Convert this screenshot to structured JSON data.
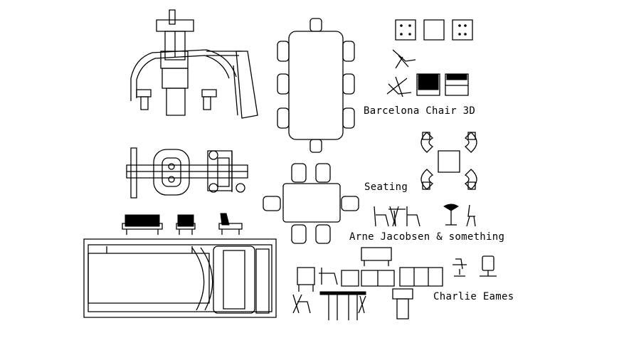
{
  "drawing": {
    "labels": {
      "barcelona": "Barcelona Chair 3D",
      "seating": "Seating",
      "arne": "Arne Jacobsen & something",
      "eames": "Charlie Eames"
    },
    "colors": {
      "ink": "#000000",
      "paper": "#ffffff"
    }
  }
}
